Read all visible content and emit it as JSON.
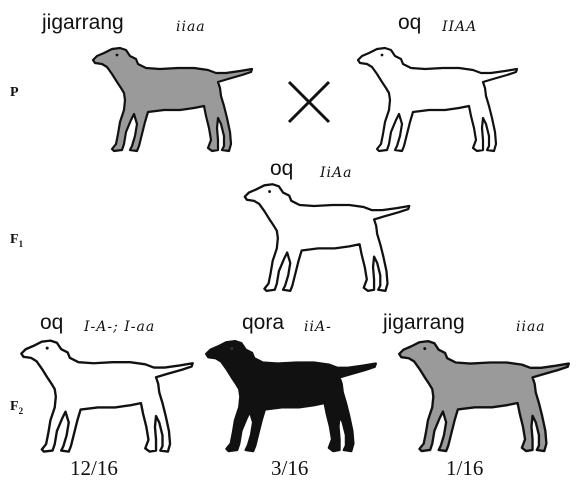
{
  "generations": {
    "p": "P",
    "f1": "F",
    "f1_sub": "1",
    "f2": "F",
    "f2_sub": "2"
  },
  "parents": {
    "left": {
      "phenotype": "jigarrang",
      "genotype": "iiaa",
      "color": "#9a9a9a"
    },
    "right": {
      "phenotype": "oq",
      "genotype": "IIAA",
      "color": "#ffffff"
    },
    "cross_icon": "cross-icon"
  },
  "f1": {
    "phenotype": "oq",
    "genotype": "IiAa",
    "color": "#ffffff"
  },
  "f2": [
    {
      "phenotype": "oq",
      "genotype": "I-A-; I-aa",
      "ratio": "12/16",
      "color": "#ffffff"
    },
    {
      "phenotype": "qora",
      "genotype": "iiA-",
      "ratio": "3/16",
      "color": "#111111"
    },
    {
      "phenotype": "jigarrang",
      "genotype": "iiaa",
      "ratio": "1/16",
      "color": "#9a9a9a"
    }
  ]
}
